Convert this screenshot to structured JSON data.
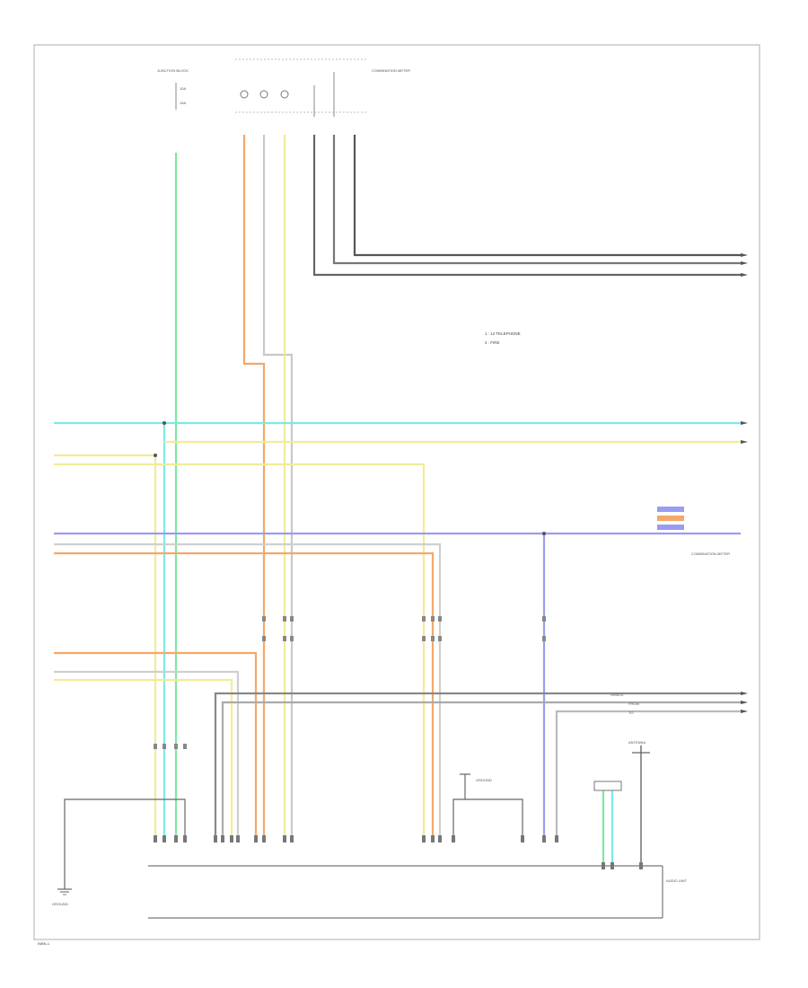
{
  "diagram": {
    "legend": {
      "item1": "1 : 12 TELEPHONE",
      "item2": "2 : FIRE"
    },
    "page_id": "INBN-1",
    "components": {
      "top_fuse_box": "JUNCTION BLOCK",
      "top_right_connector": "COMBINATION METER",
      "mid_right_unit": "COMBINATION METER",
      "main_connector": "AUDIO UNIT",
      "ground_left": "GROUND",
      "ground_mid": "GROUND",
      "antenna": "ANTENNA"
    },
    "right_tags": {
      "tag1": "SHIELD",
      "tag2": "FROM",
      "tag3": "TO"
    }
  },
  "colors": {
    "green": "#7fe8a0",
    "cyan": "#7ee8e8",
    "yellow": "#f1ec98",
    "orange": "#f4a86a",
    "blue": "#9a9cf0",
    "grey": "#b8b8b8",
    "black": "#555555",
    "frame": "#bbbbbb"
  }
}
